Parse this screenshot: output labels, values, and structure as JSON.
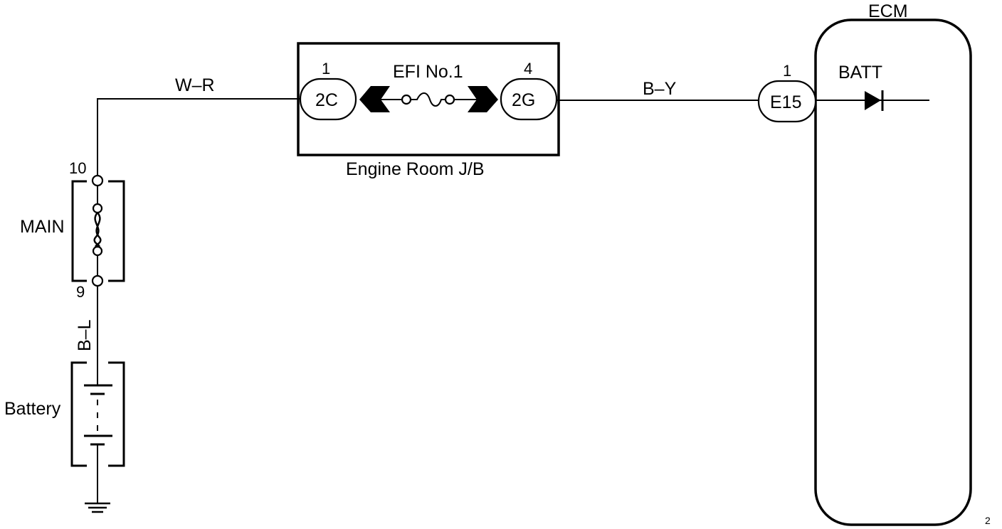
{
  "components": {
    "ecm": {
      "label": "ECM",
      "terminal_label": "BATT"
    },
    "junction_box": {
      "label": "Engine Room J/B",
      "fuse_label": "EFI No.1"
    },
    "main_fuse": {
      "label": "MAIN"
    },
    "battery": {
      "label": "Battery"
    }
  },
  "connectors": {
    "c2c": {
      "code": "2C",
      "pin": "1"
    },
    "c2g": {
      "code": "2G",
      "pin": "4"
    },
    "e15": {
      "code": "E15",
      "pin": "1"
    }
  },
  "wires": {
    "w_r": "W–R",
    "b_y": "B–Y",
    "b_l": "B–L"
  },
  "main_fuse_pins": {
    "top": "10",
    "bottom": "9"
  },
  "corner_mark": "2"
}
